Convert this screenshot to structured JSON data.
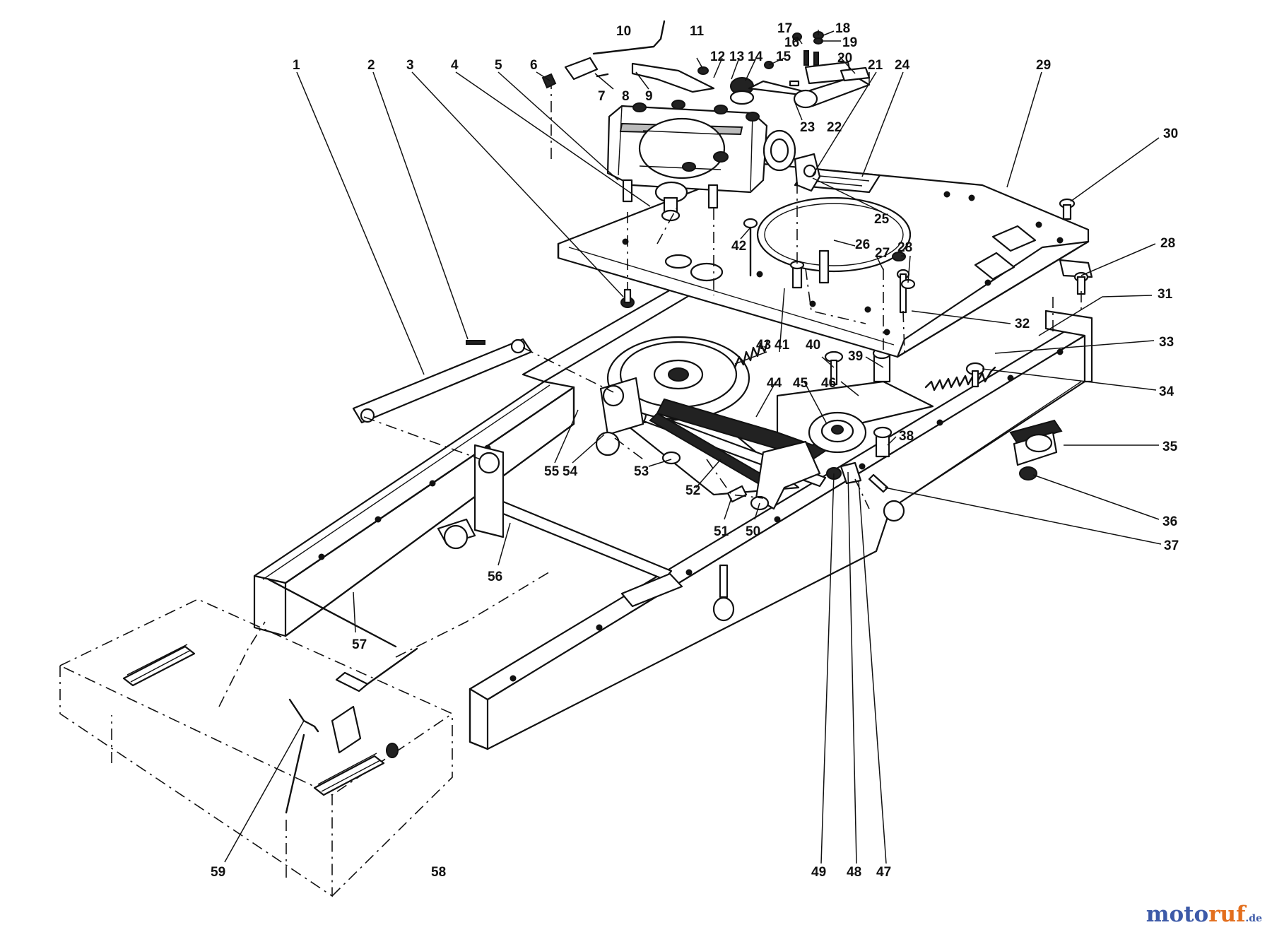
{
  "callouts": [
    {
      "id": "1",
      "text": "1"
    },
    {
      "id": "2",
      "text": "2"
    },
    {
      "id": "3",
      "text": "3"
    },
    {
      "id": "4",
      "text": "4"
    },
    {
      "id": "5",
      "text": "5"
    },
    {
      "id": "6",
      "text": "6"
    },
    {
      "id": "7",
      "text": "7"
    },
    {
      "id": "8",
      "text": "8"
    },
    {
      "id": "9",
      "text": "9"
    },
    {
      "id": "10",
      "text": "10"
    },
    {
      "id": "11",
      "text": "11"
    },
    {
      "id": "12",
      "text": "12"
    },
    {
      "id": "13",
      "text": "13"
    },
    {
      "id": "14",
      "text": "14"
    },
    {
      "id": "15",
      "text": "15"
    },
    {
      "id": "16",
      "text": "16"
    },
    {
      "id": "17",
      "text": "17"
    },
    {
      "id": "18",
      "text": "18"
    },
    {
      "id": "19",
      "text": "19"
    },
    {
      "id": "20",
      "text": "20"
    },
    {
      "id": "21",
      "text": "21"
    },
    {
      "id": "22",
      "text": "22"
    },
    {
      "id": "23",
      "text": "23"
    },
    {
      "id": "24",
      "text": "24"
    },
    {
      "id": "25",
      "text": "25"
    },
    {
      "id": "26",
      "text": "26"
    },
    {
      "id": "27",
      "text": "27"
    },
    {
      "id": "28a",
      "text": "28"
    },
    {
      "id": "28b",
      "text": "28"
    },
    {
      "id": "29",
      "text": "29"
    },
    {
      "id": "30",
      "text": "30"
    },
    {
      "id": "31",
      "text": "31"
    },
    {
      "id": "32",
      "text": "32"
    },
    {
      "id": "33",
      "text": "33"
    },
    {
      "id": "34",
      "text": "34"
    },
    {
      "id": "35",
      "text": "35"
    },
    {
      "id": "36",
      "text": "36"
    },
    {
      "id": "37",
      "text": "37"
    },
    {
      "id": "38",
      "text": "38"
    },
    {
      "id": "39",
      "text": "39"
    },
    {
      "id": "40",
      "text": "40"
    },
    {
      "id": "41",
      "text": "41"
    },
    {
      "id": "42",
      "text": "42"
    },
    {
      "id": "43",
      "text": "43"
    },
    {
      "id": "44",
      "text": "44"
    },
    {
      "id": "45",
      "text": "45"
    },
    {
      "id": "46",
      "text": "46"
    },
    {
      "id": "47",
      "text": "47"
    },
    {
      "id": "48",
      "text": "48"
    },
    {
      "id": "49",
      "text": "49"
    },
    {
      "id": "50",
      "text": "50"
    },
    {
      "id": "51",
      "text": "51"
    },
    {
      "id": "52",
      "text": "52"
    },
    {
      "id": "53",
      "text": "53"
    },
    {
      "id": "54",
      "text": "54"
    },
    {
      "id": "55",
      "text": "55"
    },
    {
      "id": "56",
      "text": "56"
    },
    {
      "id": "57",
      "text": "57"
    },
    {
      "id": "58",
      "text": "58"
    },
    {
      "id": "59",
      "text": "59"
    }
  ],
  "watermark": {
    "part1": "moto",
    "part2": "ruf",
    "part3": ".de"
  },
  "colors": {
    "ink": "#111111",
    "paper": "#ffffff",
    "logo_blue": "#3d5aa8",
    "logo_orange": "#e36f1e"
  }
}
